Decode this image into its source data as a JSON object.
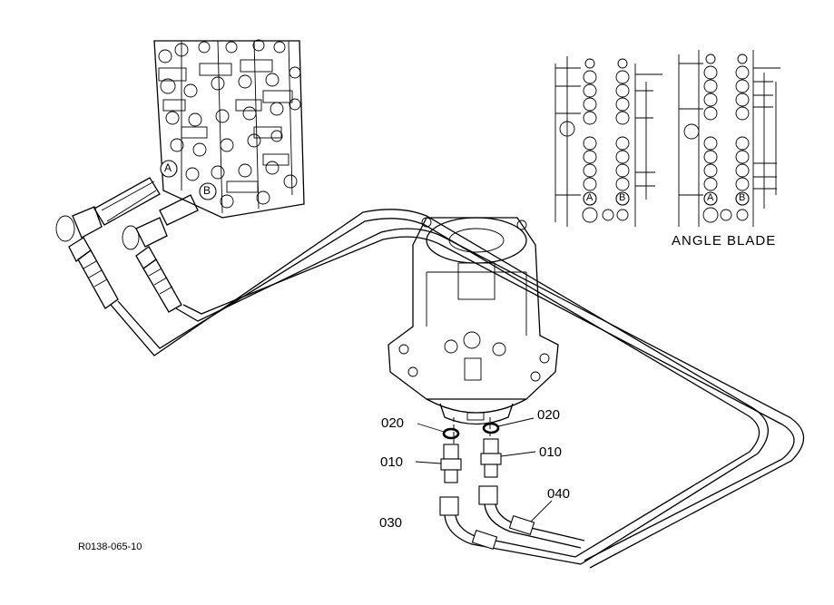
{
  "parts": {
    "p020_left": "020",
    "p020_right": "020",
    "p010_left": "010",
    "p010_right": "010",
    "p030": "030",
    "p040": "040"
  },
  "ports": {
    "a_main": "A",
    "b_main": "B",
    "a_inset1": "A",
    "b_inset1": "B",
    "a_inset2": "A",
    "b_inset2": "B"
  },
  "inset_caption": "ANGLE BLADE",
  "drawing_code": "R0138-065-10"
}
